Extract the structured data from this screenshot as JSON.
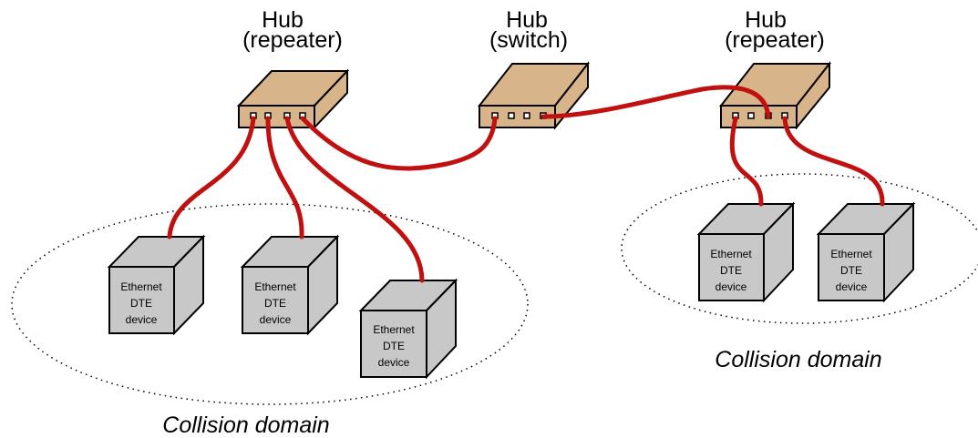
{
  "hubs": [
    {
      "line1": "Hub",
      "line2": "(repeater)"
    },
    {
      "line1": "Hub",
      "line2": "(switch)"
    },
    {
      "line1": "Hub",
      "line2": "(repeater)"
    }
  ],
  "devices": [
    {
      "line1": "Ethernet",
      "line2": "DTE",
      "line3": "device"
    },
    {
      "line1": "Ethernet",
      "line2": "DTE",
      "line3": "device"
    },
    {
      "line1": "Ethernet",
      "line2": "DTE",
      "line3": "device"
    },
    {
      "line1": "Ethernet",
      "line2": "DTE",
      "line3": "device"
    },
    {
      "line1": "Ethernet",
      "line2": "DTE",
      "line3": "device"
    }
  ],
  "domains": [
    {
      "label": "Collision domain"
    },
    {
      "label": "Collision domain"
    }
  ],
  "colors": {
    "hub_fill": "#d8b48a",
    "device_fill": "#c8c8c8",
    "cable": "#c01010"
  }
}
